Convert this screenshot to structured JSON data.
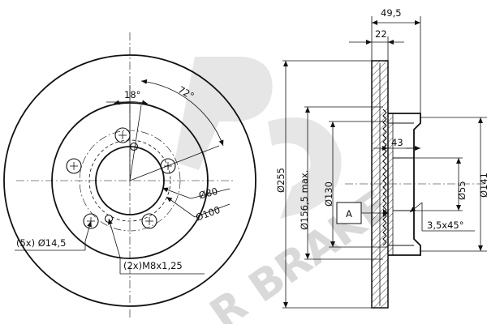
{
  "watermark": {
    "text": "R BRAKE"
  },
  "front_view": {
    "angle_18": "18°",
    "angle_72": "72°",
    "dia_80": "Ø80",
    "dia_100": "Ø100",
    "holes_5x": "(5x) Ø14,5",
    "threads_2x": "(2x)M8x1,25"
  },
  "section_view": {
    "width_total": "49,5",
    "width_22": "22",
    "dim_43": "43",
    "dia_255": "Ø255",
    "dia_1565": "Ø156,5 max.",
    "dia_130": "Ø130",
    "dia_55": "Ø55",
    "dia_141": "Ø141",
    "datum_label": "A",
    "chamfer": "3,5x45°"
  }
}
